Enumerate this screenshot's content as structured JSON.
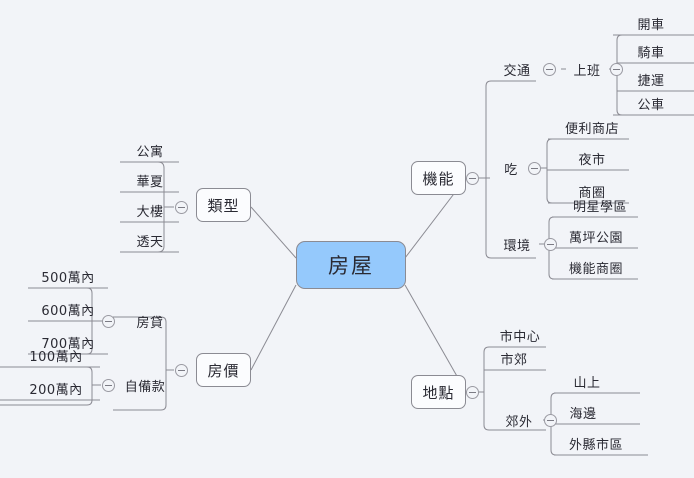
{
  "diagram": {
    "kind": "mind-map",
    "background_color": "#f2f4f8",
    "root_fill_color": "#95c9fc",
    "node_fill_color": "#fbfcfe",
    "border_color": "#8b8b93",
    "text_color": "#2a2a33",
    "connector_color": "#8b8b93"
  },
  "root": {
    "label": "房屋"
  },
  "branches": {
    "type": {
      "label": "類型"
    },
    "price": {
      "label": "房價"
    },
    "function": {
      "label": "機能"
    },
    "location": {
      "label": "地點"
    }
  },
  "subnodes": {
    "mortgage": {
      "label": "房貸"
    },
    "downpayment": {
      "label": "自備款"
    },
    "transport": {
      "label": "交通"
    },
    "commute": {
      "label": "上班"
    },
    "eat": {
      "label": "吃"
    },
    "environment": {
      "label": "環境"
    },
    "suburbs": {
      "label": "郊外"
    }
  },
  "leaves": {
    "type": [
      {
        "label": "公寓"
      },
      {
        "label": "華夏"
      },
      {
        "label": "大樓"
      },
      {
        "label": "透天"
      }
    ],
    "mortgage": [
      {
        "label": "500萬內"
      },
      {
        "label": "600萬內"
      },
      {
        "label": "700萬內"
      }
    ],
    "downpayment": [
      {
        "label": "100萬內"
      },
      {
        "label": "200萬內"
      }
    ],
    "commute": [
      {
        "label": "開車"
      },
      {
        "label": "騎車"
      },
      {
        "label": "捷運"
      },
      {
        "label": "公車"
      }
    ],
    "eat": [
      {
        "label": "便利商店"
      },
      {
        "label": "夜市"
      },
      {
        "label": "商圈"
      }
    ],
    "environment": [
      {
        "label": "明星學區"
      },
      {
        "label": "萬坪公園"
      },
      {
        "label": "機能商圈"
      }
    ],
    "location": [
      {
        "label": "市中心"
      },
      {
        "label": "市郊"
      }
    ],
    "suburbs": [
      {
        "label": "山上"
      },
      {
        "label": "海邊"
      },
      {
        "label": "外縣市區"
      }
    ]
  },
  "toggles": {
    "icon": "collapse-minus-icon",
    "state": "expanded"
  }
}
